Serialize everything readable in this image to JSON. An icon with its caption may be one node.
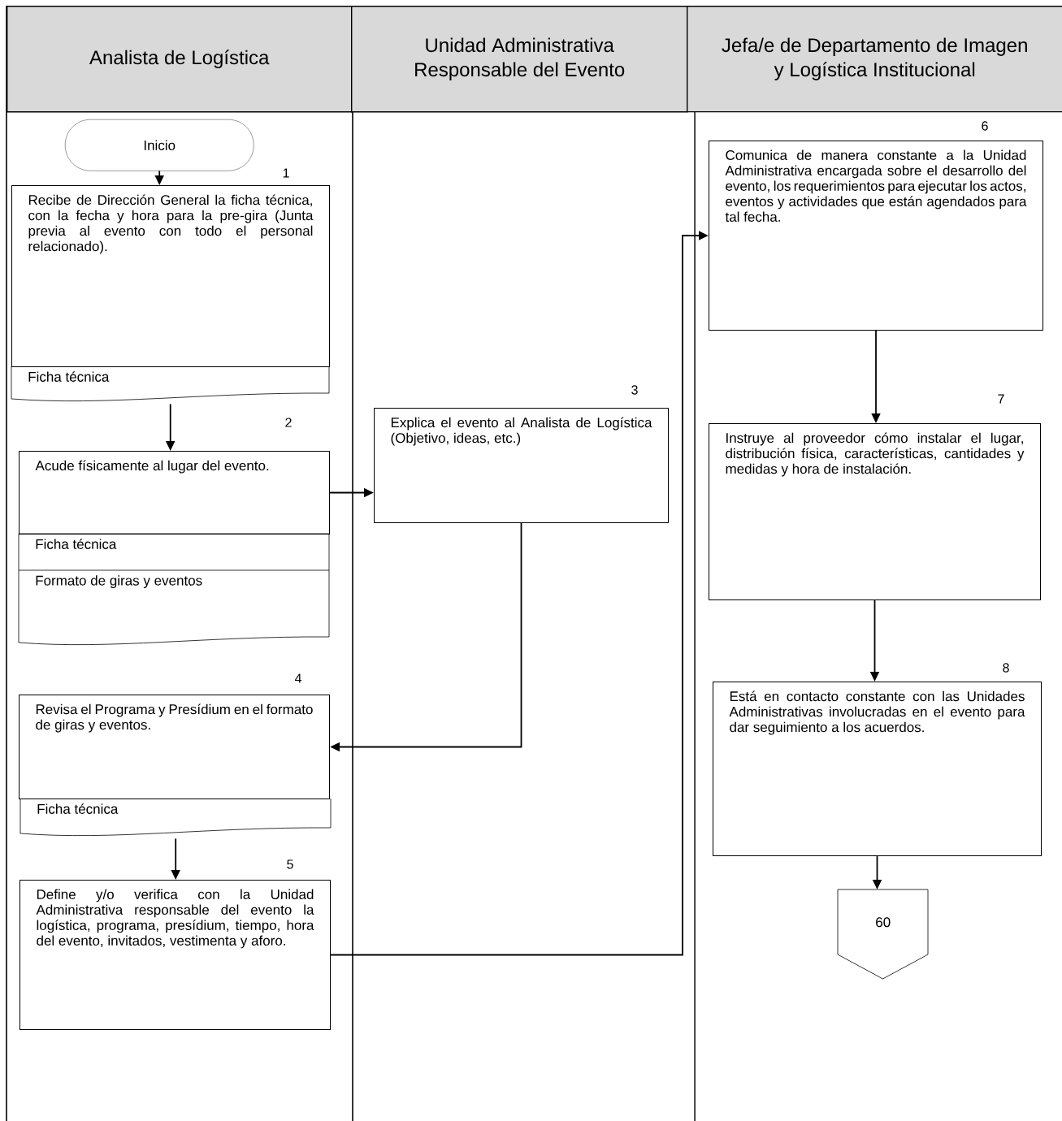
{
  "diagram": {
    "nodes": [
      {
        "text": [
          "Analista de Logística"
        ]
      },
      {
        "text": [
          "Unidad Administrativa Responsable del Evento"
        ]
      },
      {
        "text": [
          "Jefa/e de Departamento de Imagen y Logística Institucional"
        ]
      },
      {
        "text": [
          "Inicio"
        ]
      },
      {
        "text": [
          "Recibe de Dirección General la ficha técnica, con la fecha y hora para la pre-gira (Junta previa al evento con todo el personal relacionado)."
        ],
        "beside": [
          "1"
        ]
      },
      {
        "text": [
          "Ficha técnica"
        ]
      },
      {
        "text": [
          "Acude físicamente al lugar del evento."
        ],
        "beside": [
          "2"
        ]
      },
      {
        "text": [
          "Ficha técnica"
        ]
      },
      {
        "text": [
          "Formato de giras y eventos"
        ]
      },
      {
        "text": [
          "Explica el evento al Analista de Logística (Objetivo, ideas, etc.)"
        ],
        "beside": [
          "3"
        ]
      },
      {
        "text": [
          "Revisa el Programa y Presídium en el formato de giras y eventos."
        ],
        "beside": [
          "4"
        ]
      },
      {
        "text": [
          "Ficha técnica"
        ]
      },
      {
        "text": [
          "Define y/o verifica con la Unidad Administrativa responsable del evento la logística, programa, presídium, tiempo, hora del evento, invitados, vestimenta y aforo."
        ],
        "beside": [
          "5"
        ]
      },
      {
        "text": [
          "Comunica de manera constante a la Unidad Administrativa encargada sobre el desarrollo del evento, los requerimientos para ejecutar los actos, eventos y actividades que están agendados para tal fecha."
        ],
        "beside": [
          "6"
        ]
      },
      {
        "text": [
          "Instruye al proveedor cómo instalar el lugar, distribución física, características, cantidades y medidas y hora de instalación."
        ],
        "beside": [
          "7"
        ]
      },
      {
        "text": [
          "Está en contacto constante con las Unidades Administrativas involucradas en el evento para dar seguimiento a los acuerdos."
        ],
        "beside": [
          "8"
        ]
      },
      {
        "text": [
          "60"
        ]
      }
    ],
    "edges": [
      {
        "from": 3,
        "to": 4,
        "arrow": "to"
      },
      {
        "from": 5,
        "to": 6,
        "arrow": "to"
      },
      {
        "from": 6,
        "to": 9,
        "arrow": "to"
      },
      {
        "from": 9,
        "to": 10,
        "arrow": "to"
      },
      {
        "from": 11,
        "to": 12,
        "arrow": "to"
      },
      {
        "from": 12,
        "to": 13,
        "arrow": "to"
      },
      {
        "from": 13,
        "to": 14,
        "arrow": "to"
      },
      {
        "from": 14,
        "to": 15,
        "arrow": "to"
      },
      {
        "from": 15,
        "to": 16,
        "arrow": "to"
      }
    ]
  }
}
